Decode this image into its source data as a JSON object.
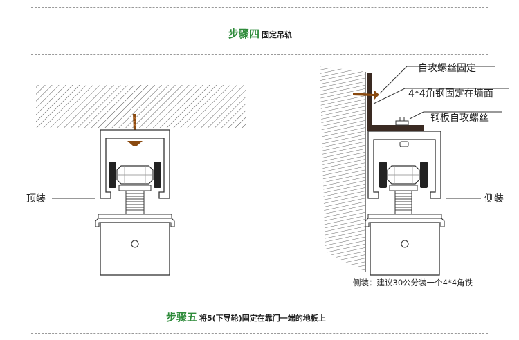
{
  "step4": {
    "title": "步骤四",
    "text": "固定吊轨"
  },
  "step5": {
    "title": "步骤五",
    "text": "将5(下导轮)固定在靠门一端的地板上"
  },
  "labels": {
    "top_mount": "顶装",
    "side_mount": "侧装",
    "screw": "自攻螺丝固定",
    "angle_iron": "4*4角钢固定在墙面",
    "plate_screw": "钢板自攻螺丝",
    "side_note": "侧装：建议30公分装一个4*4角铁"
  },
  "colors": {
    "accent": "#2e8b3a",
    "screw": "#8a4a10",
    "angle": "#3a2a22",
    "line": "#333333"
  }
}
